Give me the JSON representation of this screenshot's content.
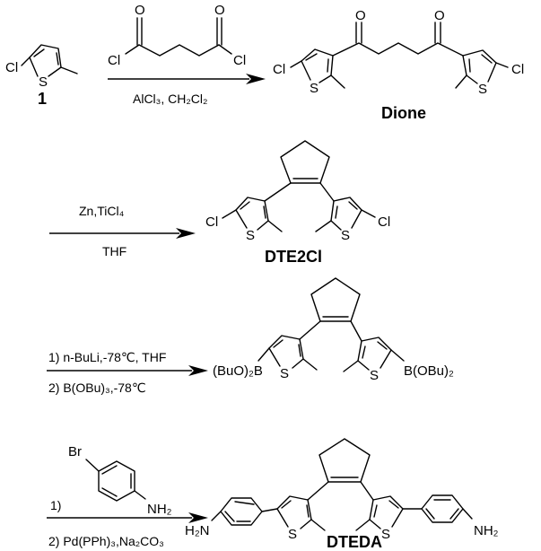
{
  "atoms": {
    "cl": "Cl",
    "s": "S",
    "o": "O",
    "br": "Br",
    "h2n": "H₂N",
    "nh2": "NH₂",
    "boron_left": "(BuO)₂B",
    "boron_right": "B(OBu)₂"
  },
  "compounds": {
    "start": "1",
    "dione": "Dione",
    "dte2cl": "DTE2Cl",
    "dteda": "DTEDA"
  },
  "conditions": {
    "step1": "AlCl₃, CH₂Cl₂",
    "step2_top": "Zn,TiCl₄",
    "step2_bottom": "THF",
    "step3_top": "1) n-BuLi,-78℃, THF",
    "step3_bottom": "2) B(OBu)₃,-78℃",
    "step4_top": "1)",
    "step4_bottom": "2) Pd(PPh)₃,Na₂CO₃"
  }
}
